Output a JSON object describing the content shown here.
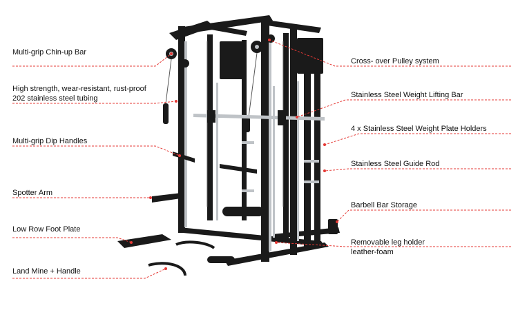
{
  "diagram": {
    "accent_color": "#e53935",
    "frame_color": "#1a1a1a",
    "steel_color": "#bfc3c7",
    "left_labels": [
      {
        "id": "chin-up-bar",
        "lines": [
          "Multi-grip Chin-up Bar"
        ]
      },
      {
        "id": "steel-tubing",
        "lines": [
          "High strength, wear-resistant, rust-proof",
          "202 stainless steel tubing"
        ]
      },
      {
        "id": "dip-handles",
        "lines": [
          "Multi-grip Dip Handles"
        ]
      },
      {
        "id": "spotter-arm",
        "lines": [
          "Spotter Arm"
        ]
      },
      {
        "id": "low-row-foot-plate",
        "lines": [
          "Low Row Foot Plate"
        ]
      },
      {
        "id": "land-mine",
        "lines": [
          "Land Mine + Handle"
        ]
      }
    ],
    "right_labels": [
      {
        "id": "pulley-system",
        "lines": [
          "Cross- over Pulley system"
        ]
      },
      {
        "id": "weight-lifting-bar",
        "lines": [
          "Stainless Steel Weight Lifting Bar"
        ]
      },
      {
        "id": "plate-holders",
        "lines": [
          "4 x Stainless Steel Weight Plate Holders"
        ]
      },
      {
        "id": "guide-rod",
        "lines": [
          "Stainless Steel Guide Rod"
        ]
      },
      {
        "id": "barbell-storage",
        "lines": [
          "Barbell Bar Storage"
        ]
      },
      {
        "id": "leg-holder",
        "lines": [
          "Removable leg holder",
          "leather-foam"
        ]
      }
    ]
  }
}
